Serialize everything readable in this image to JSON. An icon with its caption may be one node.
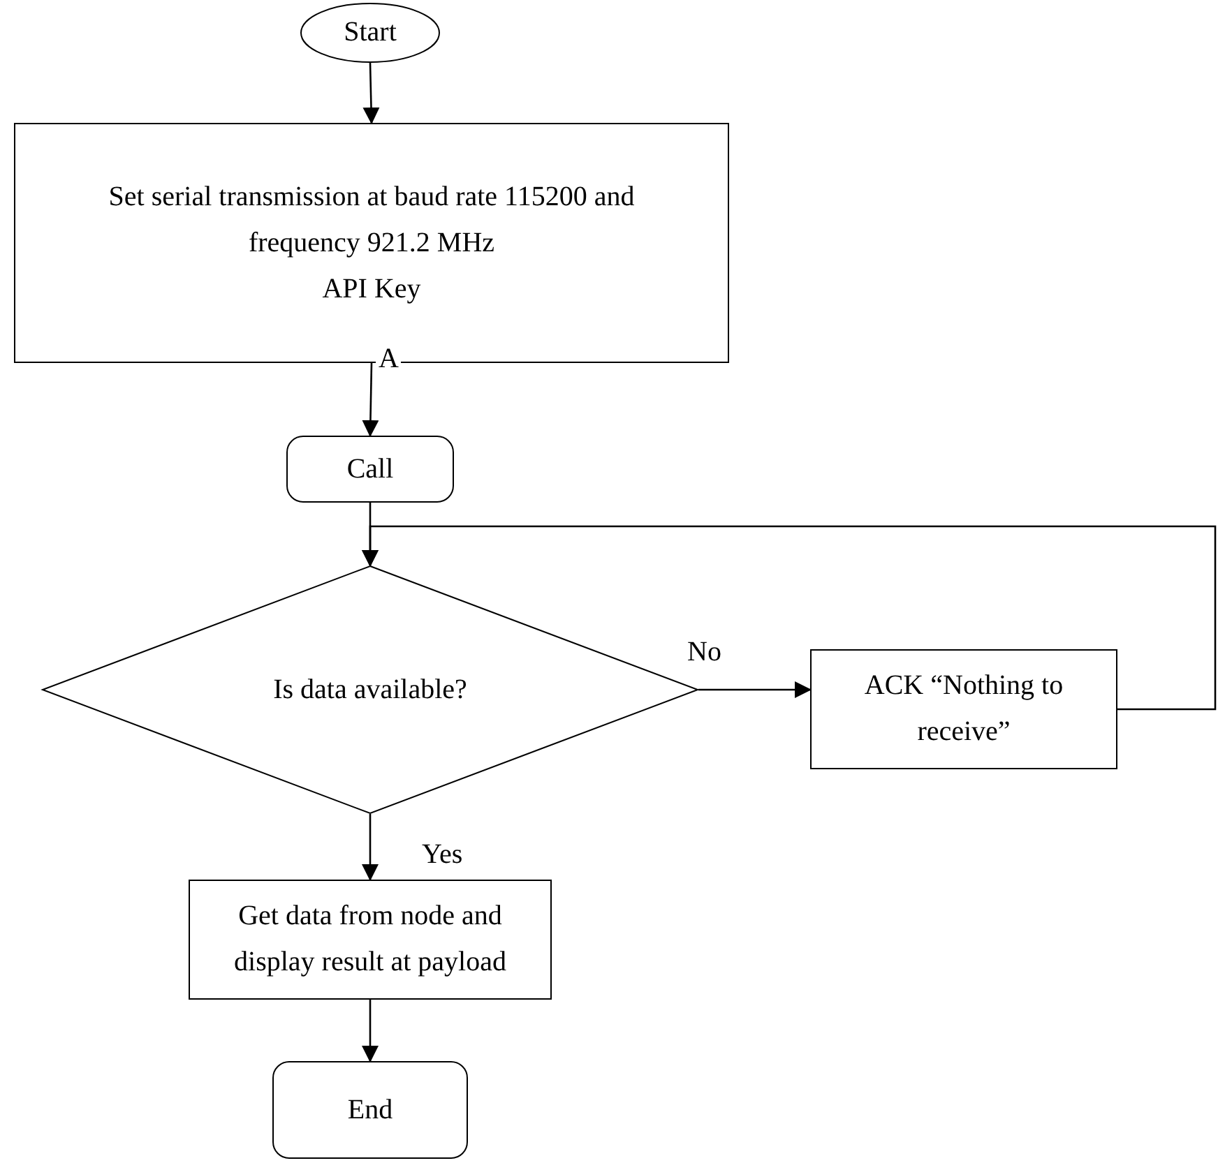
{
  "diagram": {
    "nodes": [
      {
        "text": [
          "Start"
        ]
      },
      {
        "text": [
          "Set serial transmission at baud rate 115200 and frequency 921.2 MHz",
          "API Key"
        ]
      },
      {
        "text": [
          "Call"
        ]
      },
      {
        "text": [
          "Is data available?"
        ]
      },
      {
        "text": [
          "ACK “Nothing to receive”"
        ]
      },
      {
        "text": [
          "Get data from node and display result at payload"
        ]
      },
      {
        "text": [
          "End"
        ]
      }
    ],
    "edges": [
      {
        "from": 0,
        "to": 1,
        "arrow": "to"
      },
      {
        "from": 1,
        "to": 2,
        "arrow": "to"
      },
      {
        "from": 2,
        "to": 3,
        "arrow": "to"
      },
      {
        "from": 3,
        "to": 4,
        "arrow": "to",
        "label": "No"
      },
      {
        "from": 4,
        "to": 3,
        "arrow": "to"
      },
      {
        "from": 3,
        "to": 5,
        "arrow": "to",
        "label": "Yes"
      },
      {
        "from": 5,
        "to": 6,
        "arrow": "to"
      }
    ],
    "labels": [
      "A"
    ]
  }
}
